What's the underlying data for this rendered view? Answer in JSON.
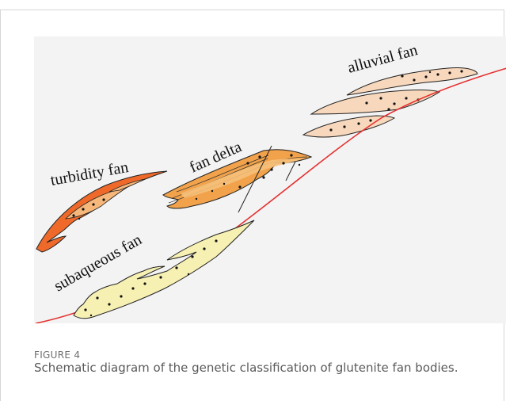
{
  "figure": {
    "labels": {
      "alluvial": "alluvial fan",
      "fan_delta": "fan delta",
      "turbidity": "turbidity fan",
      "subaqueous": "subaqueous fan"
    },
    "colors": {
      "background": "#f3f3f3",
      "slope_line": "#e53030",
      "alluvial_fill": "#f8d8bc",
      "delta_fill": "#f1a24b",
      "delta_light": "#f6c07a",
      "turbidity_fill": "#ef6a2a",
      "turbidity_inner": "#f6b77b",
      "subaqueous_fill": "#f6f0b3"
    }
  },
  "caption": {
    "label": "FIGURE 4",
    "text": "Schematic diagram of the genetic classification of glutenite fan bodies."
  }
}
